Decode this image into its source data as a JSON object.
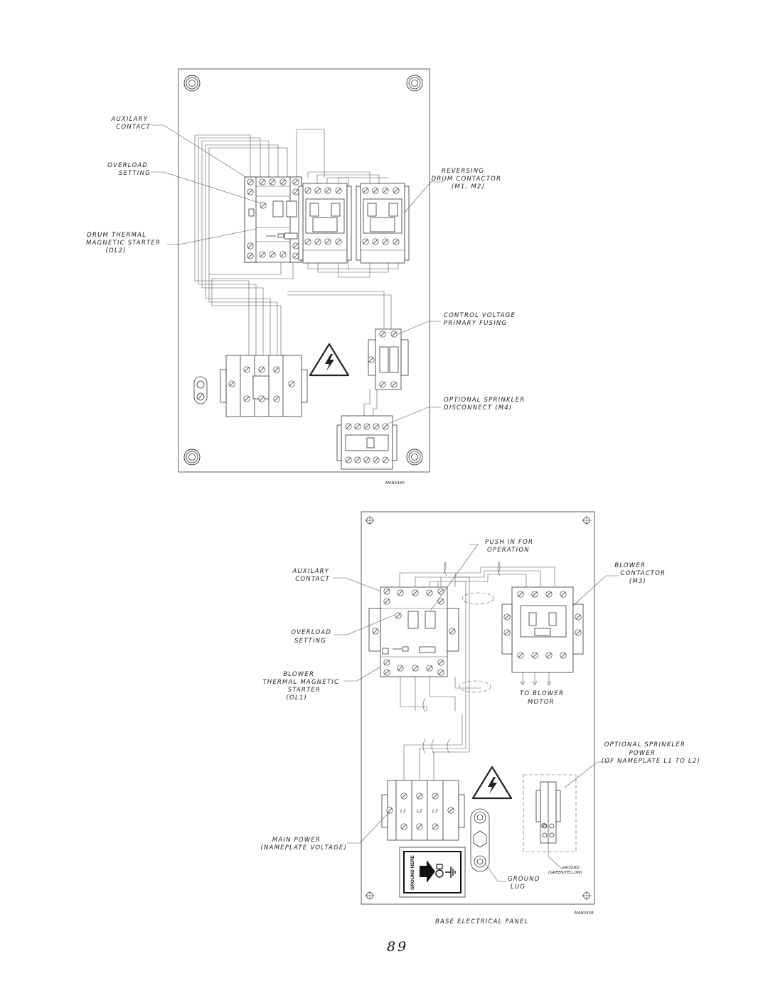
{
  "upper_panel": {
    "labels": {
      "auxilary_contact": [
        "AUXILARY",
        "CONTACT"
      ],
      "overload_setting": [
        "OVERLOAD",
        "SETTING"
      ],
      "drum_thermal": [
        "DRUM THERMAL",
        "MAGNETIC STARTER",
        "(OL2)"
      ],
      "reversing": [
        "REVERSING",
        "DRUM CONTACTOR",
        "(M1, M2)"
      ],
      "control_voltage": [
        "CONTROL VOLTAGE",
        "PRIMARY FUSING"
      ],
      "sprinkler_disconnect": [
        "OPTIONAL SPRINKLER",
        "DISCONNECT (M4)"
      ]
    },
    "drawing_code": "MAN3440"
  },
  "lower_panel": {
    "labels": {
      "push_in": [
        "PUSH IN FOR",
        "OPERATION"
      ],
      "blower_contactor": [
        "BLOWER",
        "CONTACTOR",
        "(M3)"
      ],
      "auxilary_contact": [
        "AUXILARY",
        "CONTACT"
      ],
      "overload_setting": [
        "OVERLOAD",
        "SETTING"
      ],
      "blower_thermal": [
        "BLOWER",
        "THERMAL MAGNETIC",
        "STARTER",
        "(OL1)"
      ],
      "to_blower_motor": [
        "TO BLOWER",
        "MOTOR"
      ],
      "sprinkler_power": [
        "OPTIONAL SPRINKLER",
        "POWER",
        "(OF NAMEPLATE L1 TO L2)"
      ],
      "main_power": [
        "MAIN POWER",
        "(NAMEPLATE VOLTAGE)"
      ],
      "ground_lug": [
        "GROUND",
        "LUG"
      ],
      "ground_wire": [
        "GROUND",
        "(GREEN/YELLOW)"
      ],
      "ground_here": "GROUND HERE",
      "terminals": [
        "L1",
        "L2",
        "L3"
      ]
    },
    "drawing_code": "MAN3439",
    "caption": "BASE ELECTRICAL PANEL"
  },
  "page_number": "89"
}
